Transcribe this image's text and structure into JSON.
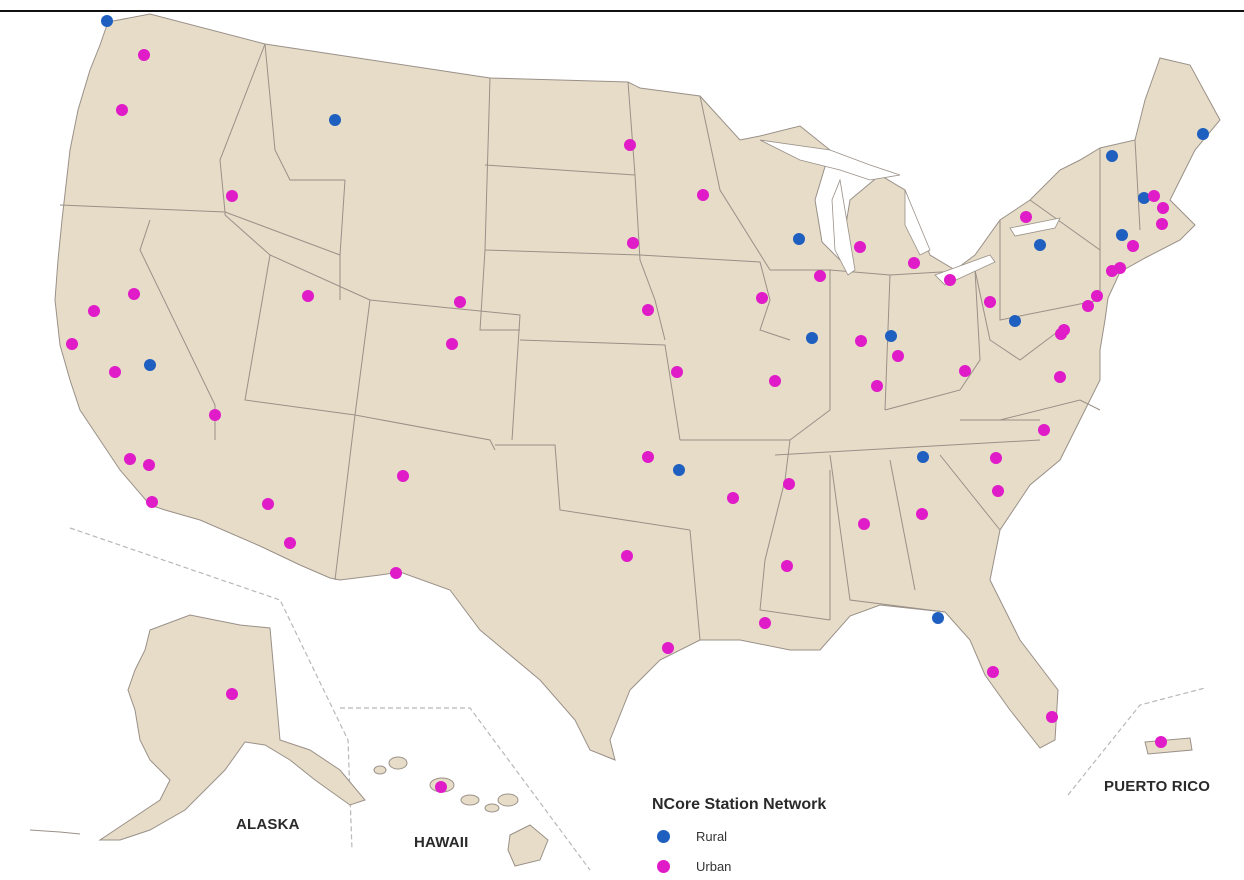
{
  "map": {
    "land_color": "#e6dcc8",
    "border_color": "#9a9088",
    "region_labels": {
      "alaska": "ALASKA",
      "hawaii": "HAWAII",
      "puerto_rico": "PUERTO RICO"
    },
    "legend": {
      "title": "NCore Station Network",
      "items": [
        {
          "label": "Rural",
          "color": "#1f5fbf"
        },
        {
          "label": "Urban",
          "color": "#e01bc8"
        }
      ]
    }
  }
}
